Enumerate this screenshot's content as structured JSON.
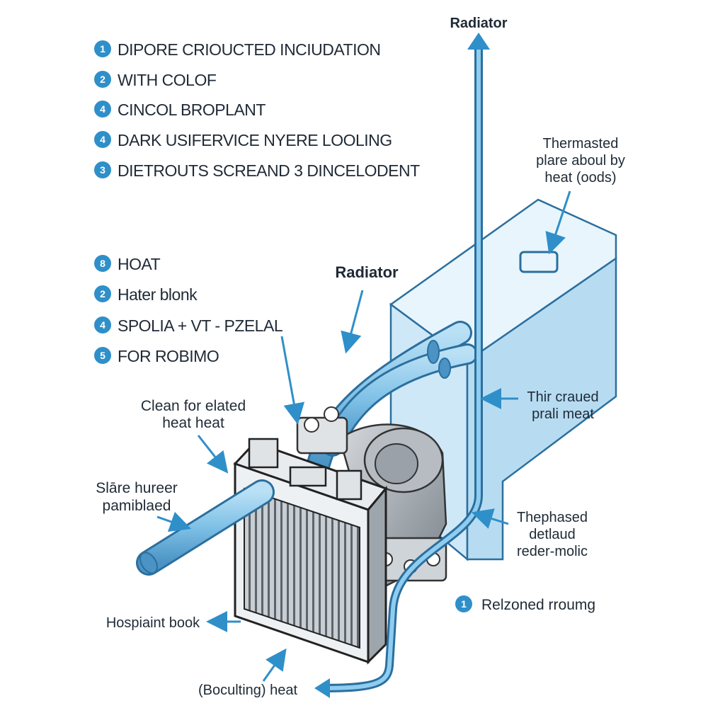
{
  "colors": {
    "accent": "#2f8fc9",
    "pipe": "#7ec0e6",
    "pipe_dark": "#2b6f9e",
    "housing": "#d6ecf9",
    "metal": "#8c949c",
    "text": "#1f2a36"
  },
  "legend_top": [
    {
      "num": "1",
      "text": "DIPORE CRIOUCTED INCIUDATION"
    },
    {
      "num": "2",
      "text": "WITH COLOF"
    },
    {
      "num": "4",
      "text": "CINCOL BROPLANT"
    },
    {
      "num": "4",
      "text": "DARK USIFERVICE NYERE LOOLING"
    },
    {
      "num": "3",
      "text": "DIETROUTS SCREAND 3 DINCELODENT"
    }
  ],
  "legend_mid": [
    {
      "num": "8",
      "text": "HOAT"
    },
    {
      "num": "2",
      "text": "Hater blonk"
    },
    {
      "num": "4",
      "text": "SPOLIA + VT - PZELAL"
    },
    {
      "num": "5",
      "text": "FOR ROBIMO"
    }
  ],
  "labels": {
    "radiator_top": "Radiator",
    "radiator_mid": "Radiator",
    "thermostat_1": "Thermasted",
    "thermostat_2": "plare aboul by",
    "thermostat_3": "heat (oods)",
    "clean_1": "Clean for elated",
    "clean_2": "heat heat",
    "slare_1": "Slāre hureer",
    "slare_2": "pamiblaed",
    "thir_1": "Thir craued",
    "thir_2": "prali meat",
    "thephased_1": "Thephased",
    "thephased_2": "detlaud",
    "thephased_3": "reder-molic",
    "relzoned_num": "1",
    "relzoned": "Relzoned rroumg",
    "hospiaint": "Hospiaint book",
    "bocultino": "(Boculting) heat"
  }
}
